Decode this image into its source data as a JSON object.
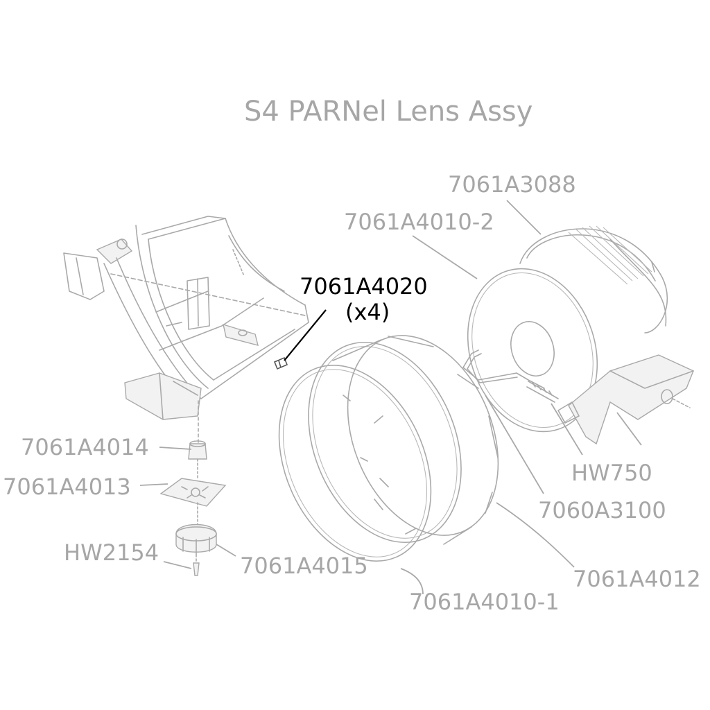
{
  "title": "S4 PARNel Lens Assy",
  "colors": {
    "label": "#a6a6a6",
    "highlight": "#000000",
    "linework": "#a9a9a9"
  },
  "parts": {
    "p3088": "7061A3088",
    "p4010_2": "7061A4010-2",
    "p4020": "7061A4020",
    "p4020_qty": "(x4)",
    "p4014": "7061A4014",
    "p4013": "7061A4013",
    "hw2154": "HW2154",
    "p4015": "7061A4015",
    "hw750": "HW750",
    "p3100": "7060A3100",
    "p4012": "7061A4012",
    "p4010_1": "7061A4010-1"
  }
}
